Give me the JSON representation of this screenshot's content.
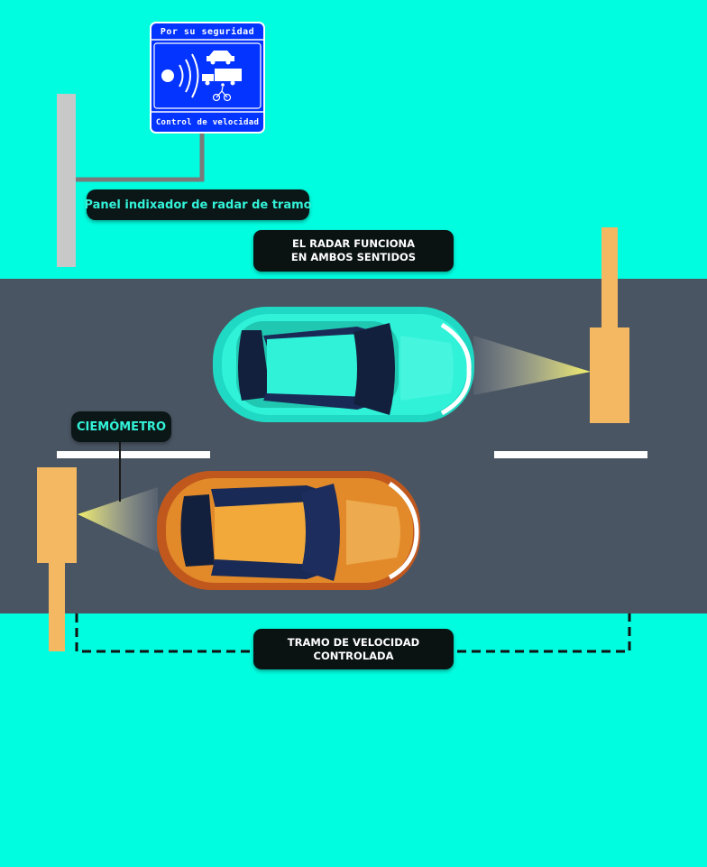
{
  "sign": {
    "top_text": "Por su seguridad",
    "bottom_text": "Control de velocidad",
    "icon": "radar-sign-icon"
  },
  "labels": {
    "panel": "Panel indixador de radar de tramo",
    "radar_line1": "EL RADAR FUNCIONA",
    "radar_line2": "EN AMBOS SENTIDOS",
    "cinemometro": "CIEMÓMETRO",
    "tramo_line1": "TRAMO DE VELOCIDAD",
    "tramo_line2": "CONTROLADA"
  },
  "colors": {
    "background": "#00fde0",
    "road": "#4a5563",
    "sign_blue": "#0434ff",
    "post_gray": "#c8c8c8",
    "radar_post": "#f5b862",
    "car_teal": "#2ff2d8",
    "car_orange": "#f0a030"
  }
}
